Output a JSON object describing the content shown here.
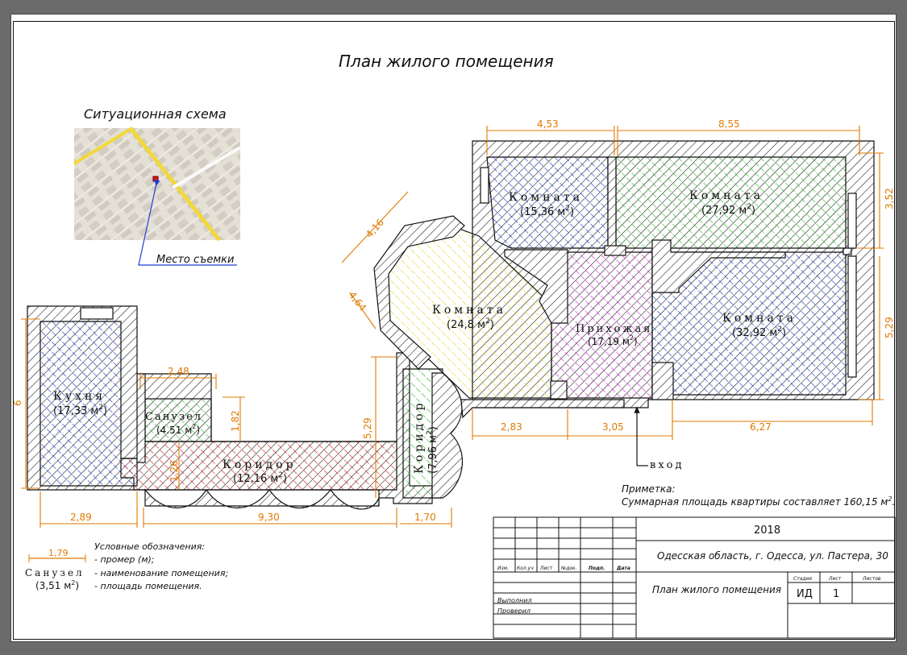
{
  "title": "План жилого помещения",
  "situation": {
    "title": "Ситуационная схема",
    "callout": "Место съемки"
  },
  "rooms": {
    "kitchen": {
      "name": "Кухня",
      "area": "(17,33 м",
      "sup": "2",
      "tail": ")"
    },
    "bath_big": {
      "name": "Санузел",
      "area": "(4.51 м",
      "sup": "2",
      "tail": ")"
    },
    "corridor1": {
      "name": "Коридор",
      "area": "(12,16 м",
      "sup": "2",
      "tail": ")"
    },
    "corridor2": {
      "name": "Коридор",
      "area": "(7,96 м",
      "sup": "2",
      "tail": ")"
    },
    "room1": {
      "name": "Комната",
      "area": "(24,8 м",
      "sup": "2",
      "tail": ")"
    },
    "room2": {
      "name": "Комната",
      "area": "(15,36 м",
      "sup": "2",
      "tail": ")"
    },
    "room3": {
      "name": "Комната",
      "area": "(27,92 м",
      "sup": "2",
      "tail": ")"
    },
    "room4": {
      "name": "Комната",
      "area": "(32,92 м",
      "sup": "2",
      "tail": ")"
    },
    "hall": {
      "name": "Прихожая",
      "area": "(17,19 м",
      "sup": "2",
      "tail": ")"
    }
  },
  "dimensions": {
    "d453": "4,53",
    "d855": "8,55",
    "d352": "3,52",
    "d529r": "5,29",
    "d416": "4,16",
    "d464": "4,64",
    "d6": "6",
    "d248": "2,48",
    "d182": "1,82",
    "d126": "1,26",
    "d529l": "5,29",
    "d283": "2,83",
    "d305": "3,05",
    "d627": "6,27",
    "d289": "2,89",
    "d930": "9,30",
    "d170": "1,70"
  },
  "entrance": "вход",
  "note": {
    "label": "Приметка:",
    "text": "Суммарная площадь квартиры составляет 160,15 м",
    "sup": "2",
    "tail": "."
  },
  "legend": {
    "title": "Условные обозначения:",
    "sample_dim": "1,79",
    "sample_name": "Санузел",
    "sample_area": "(3,51 м",
    "sample_sup": "2",
    "sample_tail": ")",
    "items": [
      "- промер (м);",
      "- наименование помещения;",
      "- площадь помещения."
    ]
  },
  "stamp": {
    "year": "2018",
    "address": "Одесская область, г. Одесса, ул. Пастера, 30",
    "doc_title": "План жилого помещения",
    "headers": [
      "Изм.",
      "Кол.уч",
      "Лист",
      "№док.",
      "Подп.",
      "Дата"
    ],
    "cols": [
      "Стадия",
      "Лист",
      "Листов"
    ],
    "stage": "ИД",
    "sheet": "1",
    "sheets": "",
    "roles": [
      "Выполнил",
      "Проверил"
    ]
  },
  "colors": {
    "dim": "#e07a00",
    "blue_hatch": "#1f3fd8",
    "green_hatch": "#2fbf2f",
    "yellow_hatch": "#e8e24a",
    "red_hatch": "#e02020",
    "magenta_hatch": "#d030d0"
  }
}
